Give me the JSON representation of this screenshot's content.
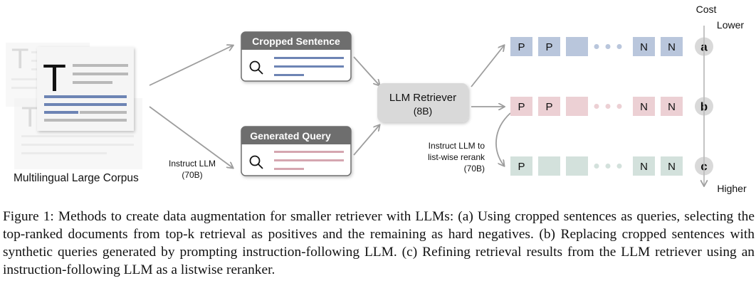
{
  "corpus": {
    "doc_letter": "T",
    "label": "Multilingual Large Corpus"
  },
  "instruct_llm_label": [
    "Instruct LLM",
    "(70B)"
  ],
  "cropped_sentence": {
    "title": "Cropped Sentence"
  },
  "generated_query": {
    "title": "Generated Query"
  },
  "retriever": {
    "line1": "LLM Retriever",
    "line2": "(8B)"
  },
  "rerank_label": [
    "Instruct LLM to",
    "list-wise rerank",
    "(70B)"
  ],
  "rows": [
    {
      "id": "a",
      "cells": [
        "P",
        "P",
        "",
        "N",
        "N"
      ]
    },
    {
      "id": "b",
      "cells": [
        "P",
        "P",
        "",
        "N",
        "N"
      ]
    },
    {
      "id": "c",
      "cells": [
        "P",
        "",
        "",
        "N",
        "N"
      ]
    }
  ],
  "cost_axis": {
    "title": "Cost",
    "top": "Lower",
    "bottom": "Higher"
  },
  "colors": {
    "blue_cell": "#b9c6dc",
    "pink_cell": "#ecd0d4",
    "green_cell": "#d3e1dc",
    "header_gray": "#6e6e6e",
    "retriever_fill": "#d9d9d9",
    "blue_line": "#6d84b4",
    "pink_line": "#d5a6b0",
    "arrow": "#9d9d9d"
  },
  "caption": {
    "figure_label": "Figure 1:",
    "text": "Methods to create data augmentation for smaller retriever with LLMs: (a) Using cropped sentences as queries, selecting the top-ranked documents from top-k retrieval as positives and the remaining as hard negatives. (b) Replacing cropped sentences with synthetic queries generated by prompting instruction-following LLM. (c) Refining retrieval results from the LLM retriever using an instruction-following LLM as a listwise reranker."
  }
}
